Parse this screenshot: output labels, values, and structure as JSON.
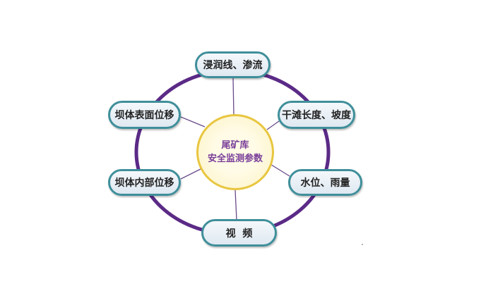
{
  "center": {
    "line1": "尾矿库",
    "line2": "安全监测参数"
  },
  "nodes": {
    "top": "浸润线、渗流",
    "right_top": "干滩长度、坡度",
    "right_bottom": "水位、雨量",
    "bottom": "视  频",
    "left_bottom": "坝体内部位移",
    "left_top": "坝体表面位移"
  },
  "colors": {
    "ring": "#5b2a86",
    "node_border": "#3f8f9a",
    "center_border": "#e8c640",
    "center_text": "#7a3f9a"
  }
}
